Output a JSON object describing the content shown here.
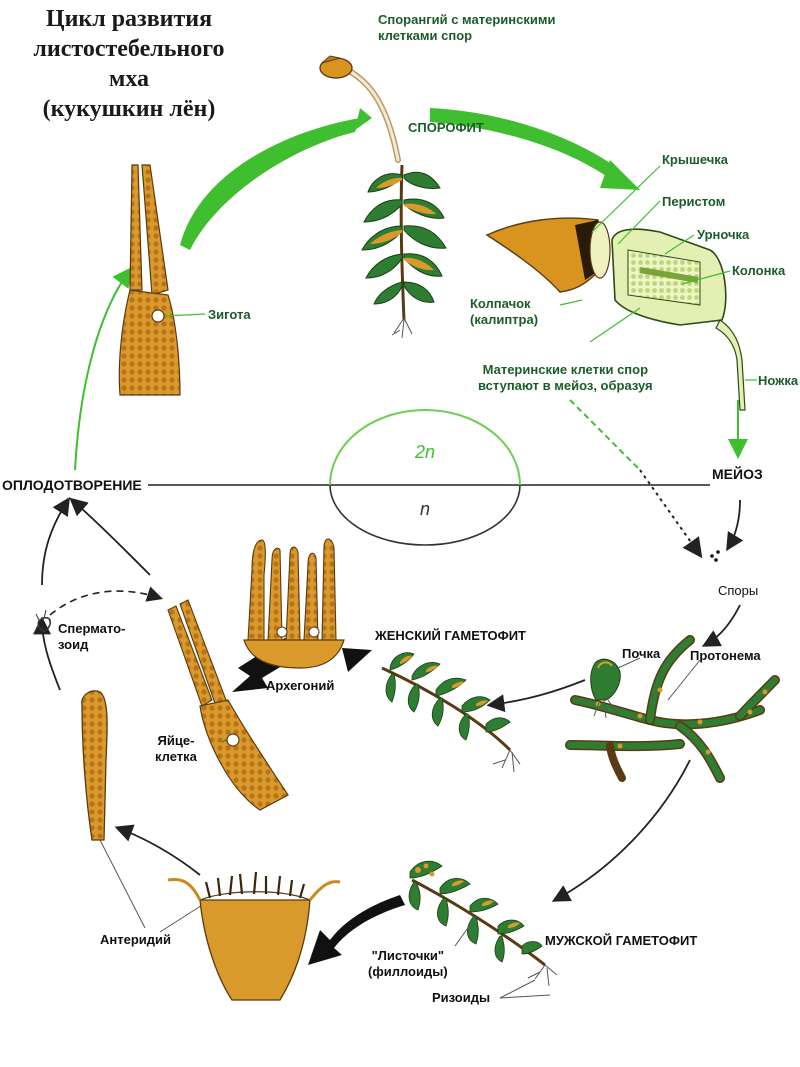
{
  "title": {
    "line1": "Цикл развития",
    "line2": "листостебельного",
    "line3": "мха",
    "line4": "(кукушкин лён)"
  },
  "labels": {
    "sporangium": "Спорангий с материнскими",
    "sporangium2": "клетками спор",
    "sporophyte": "СПОРОФИТ",
    "operculum": "Крышечка",
    "peristome": "Перистом",
    "urn": "Урночка",
    "column": "Колонка",
    "calyptra1": "Колпачок",
    "calyptra2": "(калиптра)",
    "meiosis_note1": "Материнские клетки спор",
    "meiosis_note2": "вступают в мейоз, образуя",
    "stalk": "Ножка",
    "zygote": "Зигота",
    "fertilization": "ОПЛОДОТВОРЕНИЕ",
    "meiosis": "МЕЙОЗ",
    "diploid": "2n",
    "haploid": "n",
    "spores": "Споры",
    "female_gametophyte": "ЖЕНСКИЙ ГАМЕТОФИТ",
    "archegonium": "Архегоний",
    "bud": "Почка",
    "protonema": "Протонема",
    "sperm1": "Спермато-",
    "sperm2": "зоид",
    "egg1": "Яйце-",
    "egg2": "клетка",
    "antheridium": "Антеридий",
    "leaves1": "\"Листочки\"",
    "leaves2": "(филлоиды)",
    "male_gametophyte": "МУЖСКОЙ ГАМЕТОФИТ",
    "rhizoids": "Ризоиды"
  },
  "colors": {
    "label_green": "#1d5c2a",
    "arrow_green": "#3fbf2f",
    "plant_brown": "#c98a1e",
    "plant_green": "#2e7d32",
    "outline": "#5a3a12"
  }
}
